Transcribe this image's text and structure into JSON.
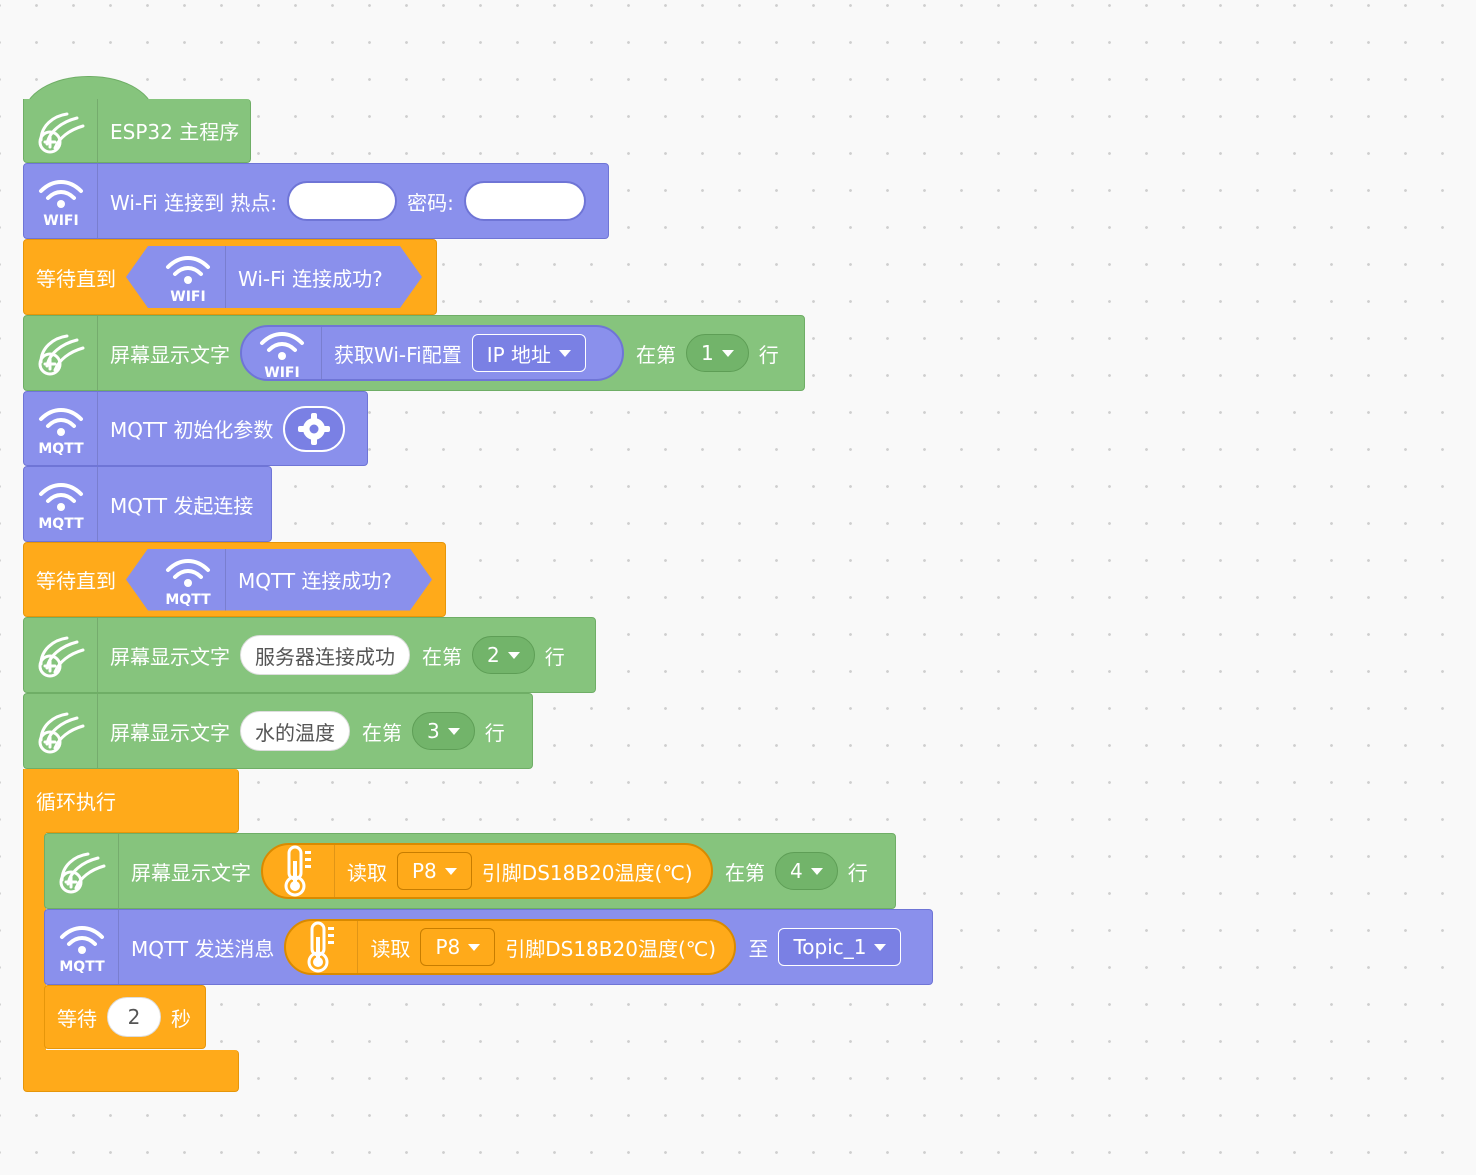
{
  "blocks": {
    "main": {
      "label": "ESP32 主程序",
      "icon": "robot-hand-icon"
    },
    "wifi_connect": {
      "label": "Wi-Fi 连接到 热点:",
      "password_label": "密码:",
      "icon_text": "WIFI"
    },
    "wait_wifi": {
      "prefix": "等待直到",
      "condition": "Wi-Fi 连接成功?",
      "icon_text": "WIFI"
    },
    "screen1": {
      "label": "屏幕显示文字",
      "reporter_label": "获取Wi-Fi配置",
      "dropdown": "IP 地址",
      "at_label": "在第",
      "line": "1",
      "row_label": "行",
      "icon_text": "WIFI"
    },
    "mqtt_init": {
      "label": "MQTT 初始化参数",
      "icon_text": "MQTT"
    },
    "mqtt_connect": {
      "label": "MQTT 发起连接",
      "icon_text": "MQTT"
    },
    "wait_mqtt": {
      "prefix": "等待直到",
      "condition": "MQTT 连接成功?",
      "icon_text": "MQTT"
    },
    "screen2": {
      "label": "屏幕显示文字",
      "text": "服务器连接成功",
      "at_label": "在第",
      "line": "2",
      "row_label": "行"
    },
    "screen3": {
      "label": "屏幕显示文字",
      "text": "水的温度",
      "at_label": "在第",
      "line": "3",
      "row_label": "行"
    },
    "loop": {
      "label": "循环执行"
    },
    "screen4": {
      "label": "屏幕显示文字",
      "read_label": "读取",
      "pin": "P8",
      "sensor_label": "引脚DS18B20温度(℃)",
      "at_label": "在第",
      "line": "4",
      "row_label": "行"
    },
    "mqtt_send": {
      "label": "MQTT 发送消息",
      "read_label": "读取",
      "pin": "P8",
      "sensor_label": "引脚DS18B20温度(℃)",
      "to_label": "至",
      "topic": "Topic_1",
      "icon_text": "MQTT"
    },
    "wait_seconds": {
      "label": "等待",
      "value": "2",
      "unit": "秒"
    }
  },
  "colors": {
    "green": "#86c47d",
    "purple": "#8a90ec",
    "orange": "#ffaa1a",
    "canvas": "#f9f9f9"
  }
}
